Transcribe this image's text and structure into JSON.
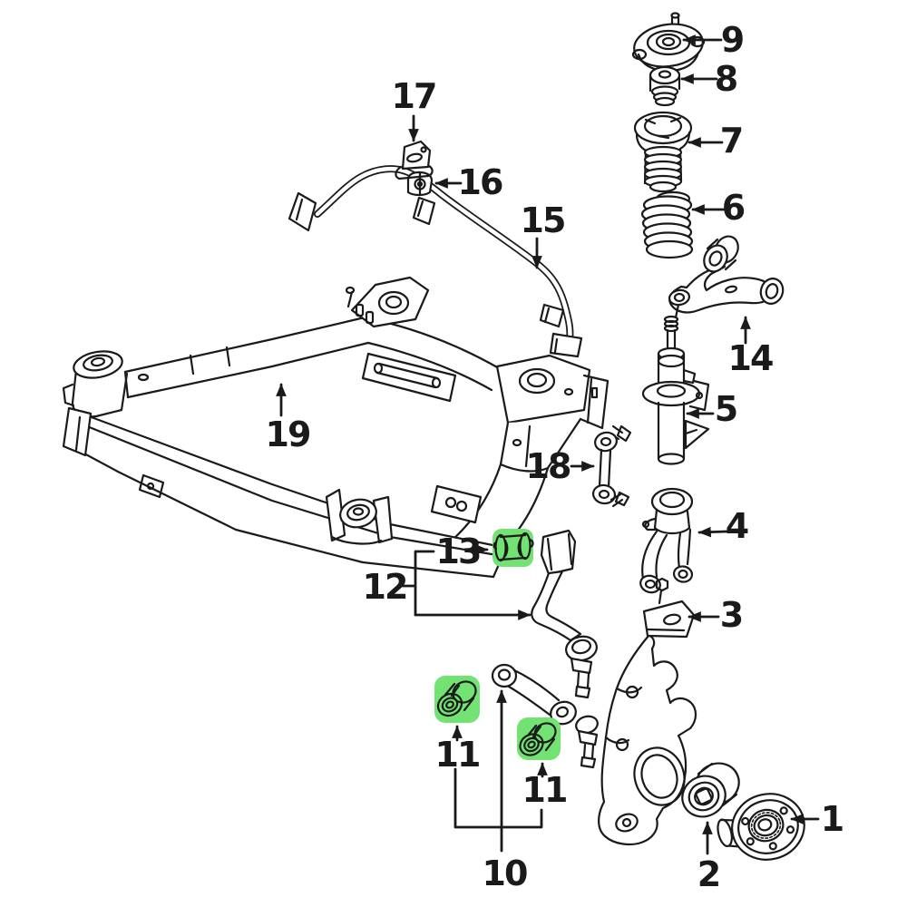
{
  "diagram": {
    "background": "#ffffff",
    "line_color": "#1a1a1a",
    "highlight_color": "#72e372",
    "highlighted_callouts": [
      "11",
      "11",
      "13"
    ],
    "callouts": {
      "n1": "1",
      "n2": "2",
      "n3": "3",
      "n4": "4",
      "n5": "5",
      "n6": "6",
      "n7": "7",
      "n8": "8",
      "n9": "9",
      "n10": "10",
      "n11a": "11",
      "n11b": "11",
      "n12": "12",
      "n13": "13",
      "n14": "14",
      "n15": "15",
      "n16": "16",
      "n17": "17",
      "n18": "18",
      "n19": "19"
    }
  }
}
